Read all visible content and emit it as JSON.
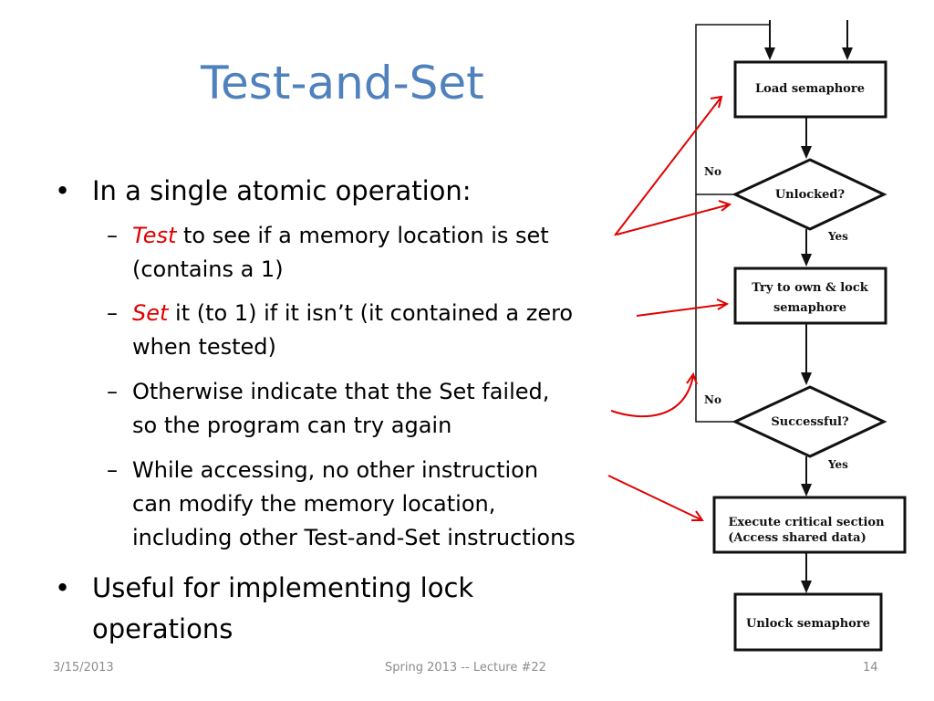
{
  "slide": {
    "title": "Test-and-Set",
    "bullets": [
      {
        "text": "In a single atomic operation:",
        "subs": [
          {
            "emph": "Test",
            "line1": " to see if a memory location is set",
            "line2": "(contains a 1)"
          },
          {
            "emph": "Set",
            "line1": " it (to 1) if it isn’t (it contained a zero",
            "line2": "when tested)"
          },
          {
            "emph": "",
            "line1": "Otherwise indicate that the Set failed,",
            "line2": "so the program can try again"
          },
          {
            "emph": "",
            "line1": "While accessing, no other instruction",
            "line2": "can modify the memory location,",
            "line3": "including other Test-and-Set instructions"
          }
        ]
      },
      {
        "line1": "Useful for implementing lock",
        "line2": "operations"
      }
    ],
    "bullet_char": "•",
    "dash_char": "–"
  },
  "flowchart": {
    "load": "Load semaphore",
    "unlocked": "Unlocked?",
    "try_line1": "Try to own & lock",
    "try_line2": "semaphore",
    "successful": "Successful?",
    "execute_line1": "Execute critical section",
    "execute_line2": "(Access shared data)",
    "unlock": "Unlock semaphore",
    "no1": "No",
    "yes1": "Yes",
    "no2": "No",
    "yes2": "Yes"
  },
  "footer": {
    "date": "3/15/2013",
    "center": "Spring 2013 -- Lecture #22",
    "page": "14"
  },
  "colors": {
    "title": "#4F81BD",
    "emphasis": "#E00000",
    "annotation_arrows": "#E00000",
    "footer": "#8C8C8C"
  }
}
